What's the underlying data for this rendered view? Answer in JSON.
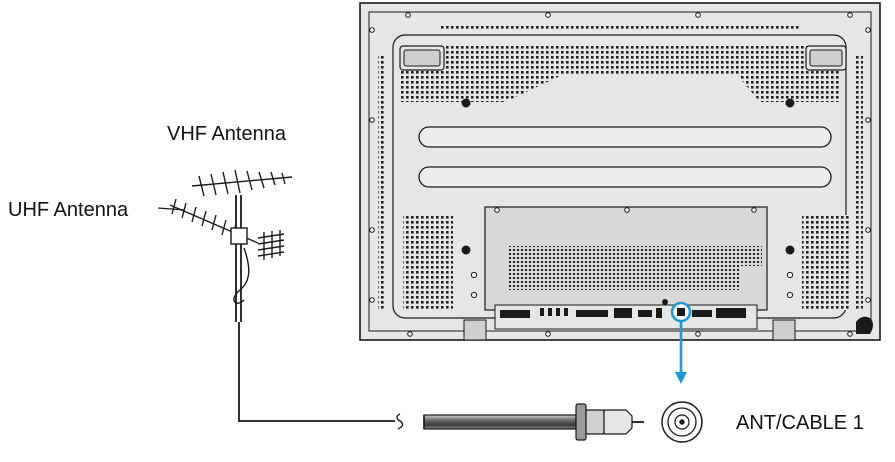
{
  "labels": {
    "vhf_antenna": "VHF Antenna",
    "uhf_antenna": "UHF Antenna",
    "ant_cable": "ANT/CABLE 1"
  },
  "colors": {
    "background": "#ffffff",
    "line": "#1a1a1a",
    "panel_fill": "#e6e6e6",
    "terminal_panel_fill": "#d8d8d8",
    "highlight": "#1a9ad6"
  },
  "icons": {
    "antenna": "antenna-icon",
    "coax_plug": "coax-plug-icon",
    "coax_jack": "coax-jack-icon"
  }
}
